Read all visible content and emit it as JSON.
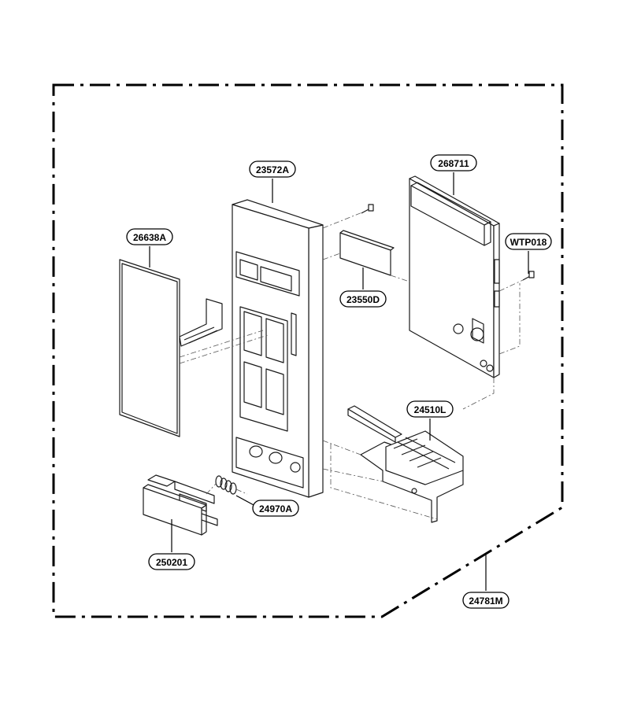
{
  "parts": [
    {
      "id": "frame",
      "label": "24781M"
    },
    {
      "id": "front-panel",
      "label": "23572A"
    },
    {
      "id": "membrane-switch",
      "label": "26638A"
    },
    {
      "id": "window-lens",
      "label": "23550D"
    },
    {
      "id": "pcb-assembly",
      "label": "268711"
    },
    {
      "id": "screw",
      "label": "WTP018"
    },
    {
      "id": "latch-lever",
      "label": "24510L"
    },
    {
      "id": "spring",
      "label": "24970A"
    },
    {
      "id": "door-button",
      "label": "250201"
    }
  ]
}
